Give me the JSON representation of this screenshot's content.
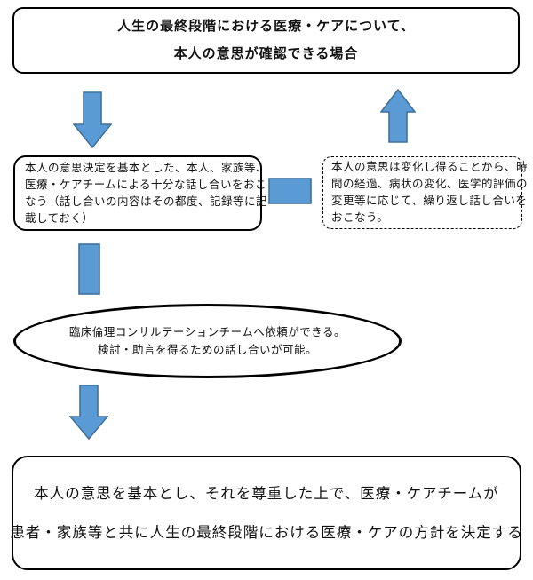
{
  "flow": {
    "top_box": {
      "line1": "人生の最終段階における医療・ケアについて、",
      "line2": "本人の意思が確認できる場合"
    },
    "discussion_box": {
      "lines": [
        "本人の意思決定を基本とした、本人、家族等、",
        "医療・ケアチームによる十分な話し合いをおこ",
        "なう（話し合いの内容はその都度、記録等に記",
        "載しておく）"
      ]
    },
    "reevaluation_box": {
      "lines": [
        "本人の意思は変化し得ることから、時",
        "間の経過、病状の変化、医学的評価の",
        "変更等に応じて、繰り返し話し合いを",
        "おこなう。"
      ]
    },
    "consultation_ellipse": {
      "line1": "臨床倫理コンサルテーションチームへ依頼ができる。",
      "line2": "検討・助言を得るための話し合いが可能。"
    },
    "decision_box": {
      "line1": "本人の意思を基本とし、それを尊重した上で、医療・ケアチームが",
      "line2": "患者・家族等と共に人生の最終段階における医療・ケアの方針を決定する"
    }
  },
  "colors": {
    "arrow_fill": "#5b9bd5",
    "arrow_stroke": "#41719c",
    "box_border": "#000000",
    "background": "#ffffff"
  }
}
